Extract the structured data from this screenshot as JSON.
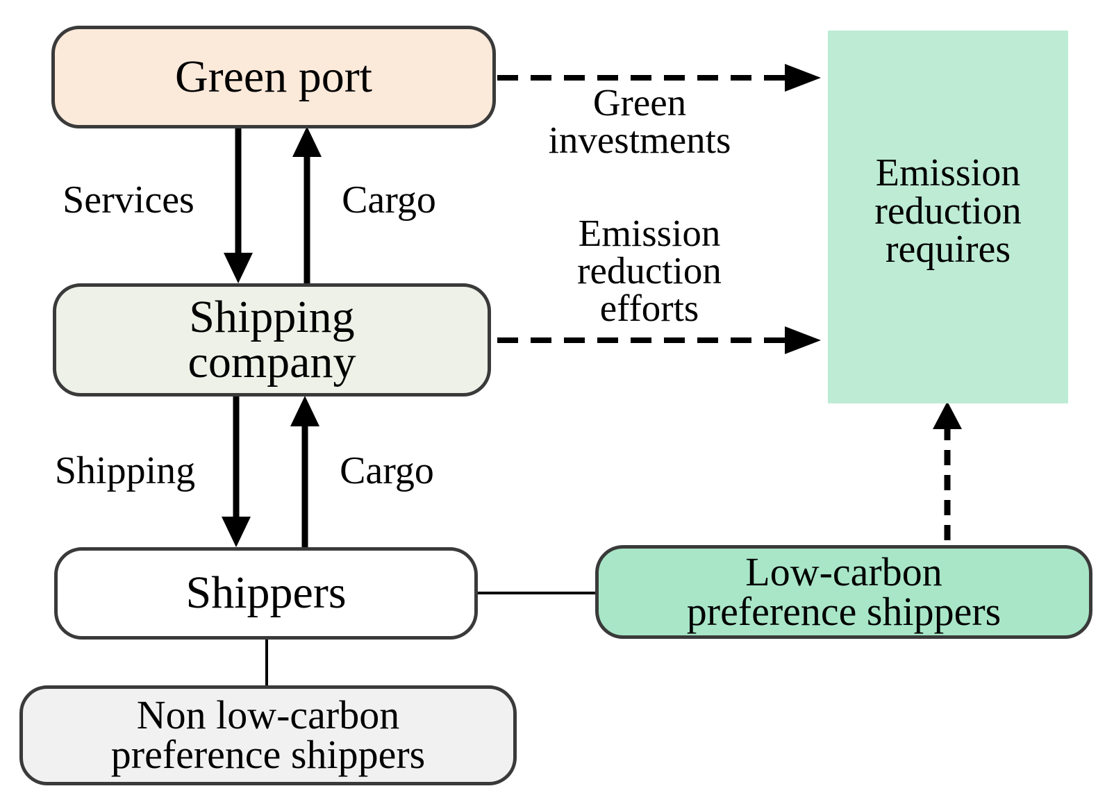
{
  "nodes": {
    "green_port": {
      "label": "Green port",
      "fill": "#fbe9da"
    },
    "shipping_company": {
      "lines": [
        "Shipping",
        "company"
      ],
      "fill": "#eef1e7"
    },
    "shippers": {
      "label": "Shippers",
      "fill": "#ffffff"
    },
    "non_low_carbon": {
      "lines": [
        "Non low-carbon",
        "preference shippers"
      ],
      "fill": "#f1f1f1"
    },
    "low_carbon": {
      "lines": [
        "Low-carbon",
        "preference shippers"
      ],
      "fill": "#a8e6c7"
    },
    "emission_requires": {
      "lines": [
        "Emission",
        "reduction",
        "requires"
      ],
      "fill": "#bdebd4"
    }
  },
  "edge_labels": {
    "services": "Services",
    "cargo_upper": "Cargo",
    "shipping": "Shipping",
    "cargo_lower": "Cargo",
    "green_investments": [
      "Green",
      "investments"
    ],
    "emission_efforts": [
      "Emission",
      "reduction",
      "efforts"
    ]
  }
}
